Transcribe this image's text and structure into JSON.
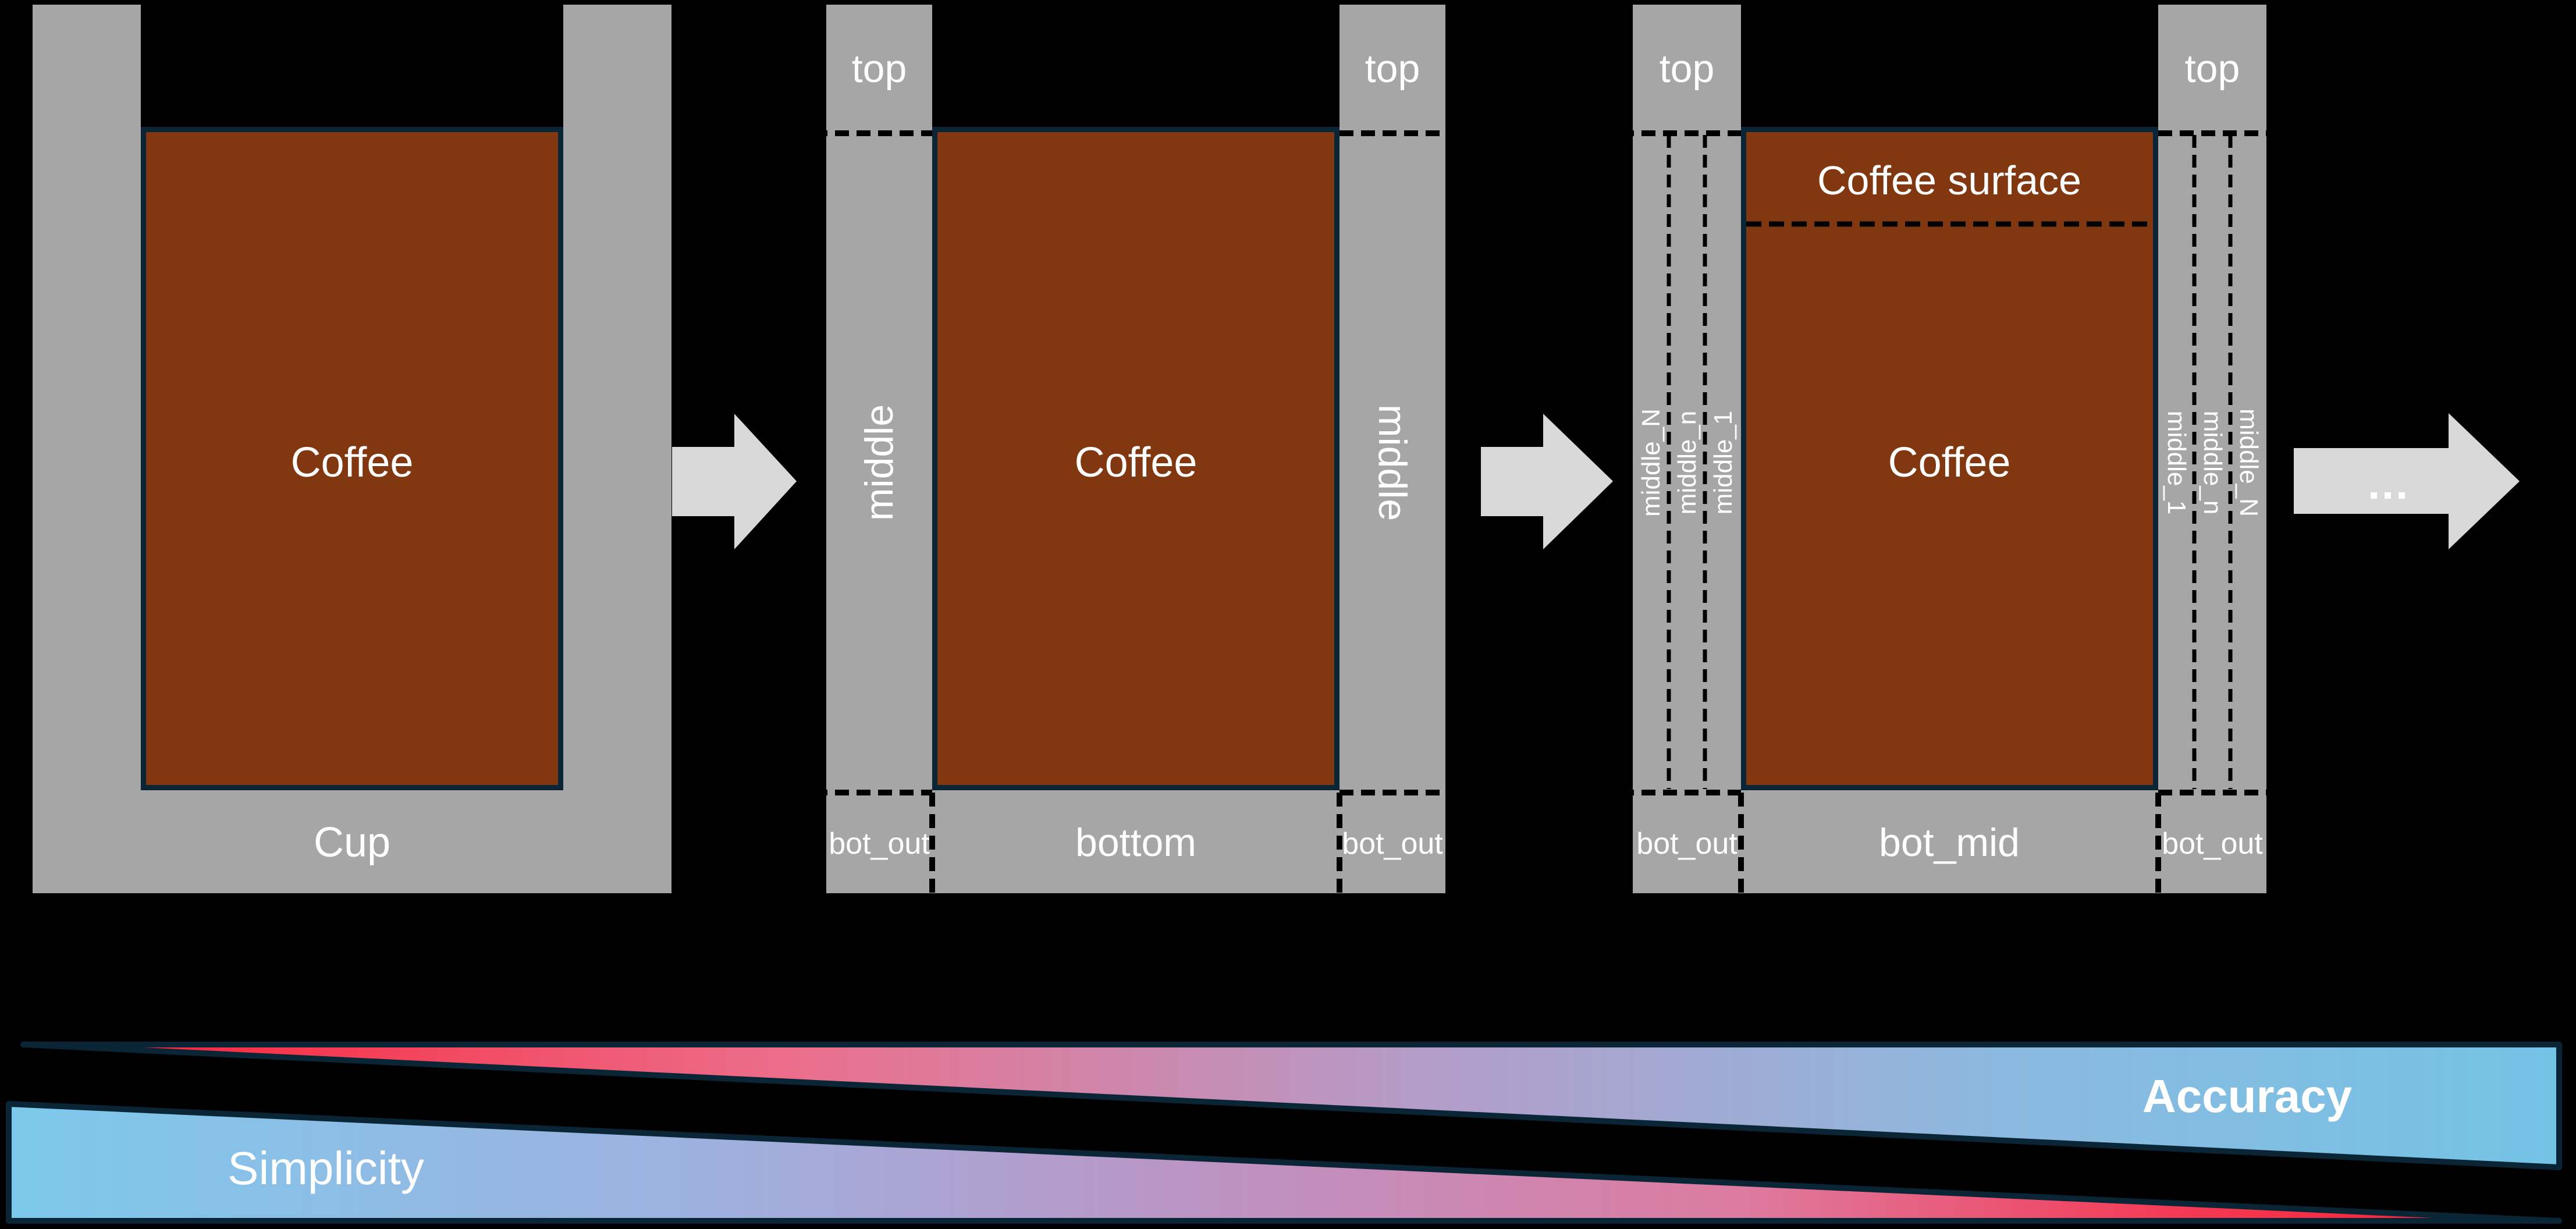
{
  "colors": {
    "background": "#000000",
    "cup_gray": "#A6A6A6",
    "coffee_brown": "#81370F",
    "outline_navy": "#0A2636",
    "arrow_gray": "#D9D9D9",
    "text_white": "#FFFFFF",
    "gradient_red": "#FA1A2E",
    "gradient_purple": "#B49CC8",
    "gradient_blue": "#74C3E6"
  },
  "cup1": {
    "coffee_label": "Coffee",
    "cup_label": "Cup"
  },
  "cup2": {
    "top_left_label": "top",
    "top_right_label": "top",
    "middle_left_label": "middle",
    "middle_right_label": "middle",
    "coffee_label": "Coffee",
    "bot_out_left_label": "bot_out",
    "bottom_label": "bottom",
    "bot_out_right_label": "bot_out"
  },
  "cup3": {
    "top_left_label": "top",
    "top_right_label": "top",
    "coffee_surface_label": "Coffee surface",
    "coffee_label": "Coffee",
    "left_layer_labels": [
      "middle_N",
      "middle_n",
      "middle_1"
    ],
    "right_layer_labels": [
      "middle_1",
      "middle_n",
      "middle_N"
    ],
    "bot_out_left_label": "bot_out",
    "bot_mid_label": "bot_mid",
    "bot_out_right_label": "bot_out"
  },
  "arrow_sequence": {
    "ellipsis_label": "..."
  },
  "tradeoff": {
    "simplicity_label": "Simplicity",
    "accuracy_label": "Accuracy"
  }
}
